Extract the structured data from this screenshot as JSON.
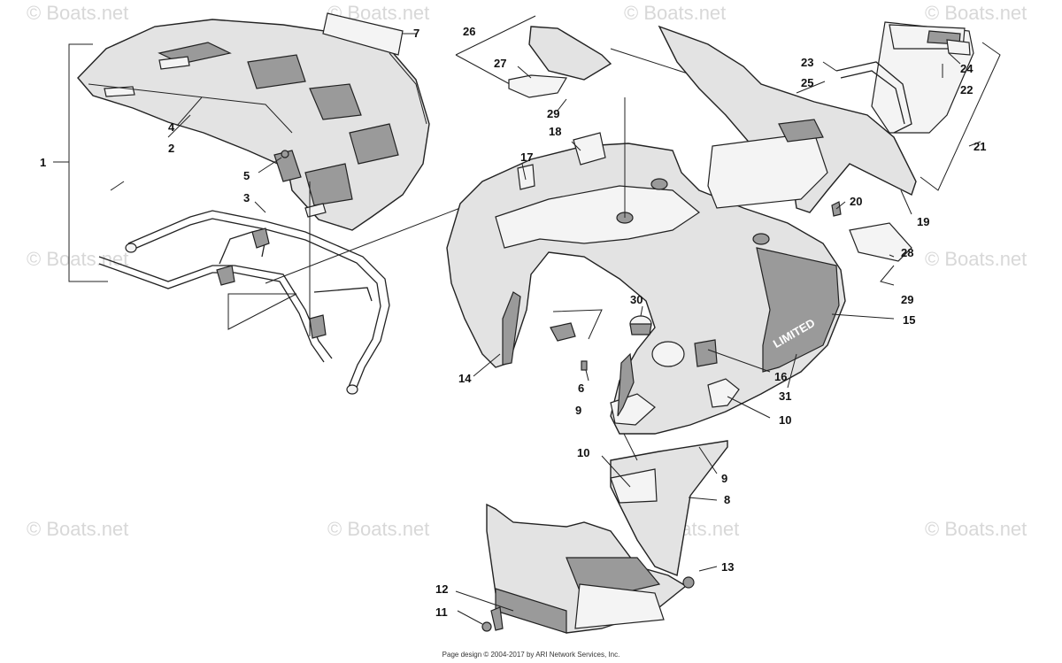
{
  "watermark": "© Boats.net",
  "footer": "Page design © 2004-2017 by ARI Network Services, Inc.",
  "decal_text": "LIMITED",
  "callouts": [
    "1",
    "2",
    "3",
    "4",
    "5",
    "6",
    "7",
    "8",
    "9",
    "9",
    "10",
    "10",
    "11",
    "12",
    "13",
    "14",
    "15",
    "16",
    "17",
    "18",
    "19",
    "20",
    "21",
    "22",
    "23",
    "24",
    "25",
    "26",
    "27",
    "28",
    "29",
    "29",
    "30",
    "31"
  ]
}
